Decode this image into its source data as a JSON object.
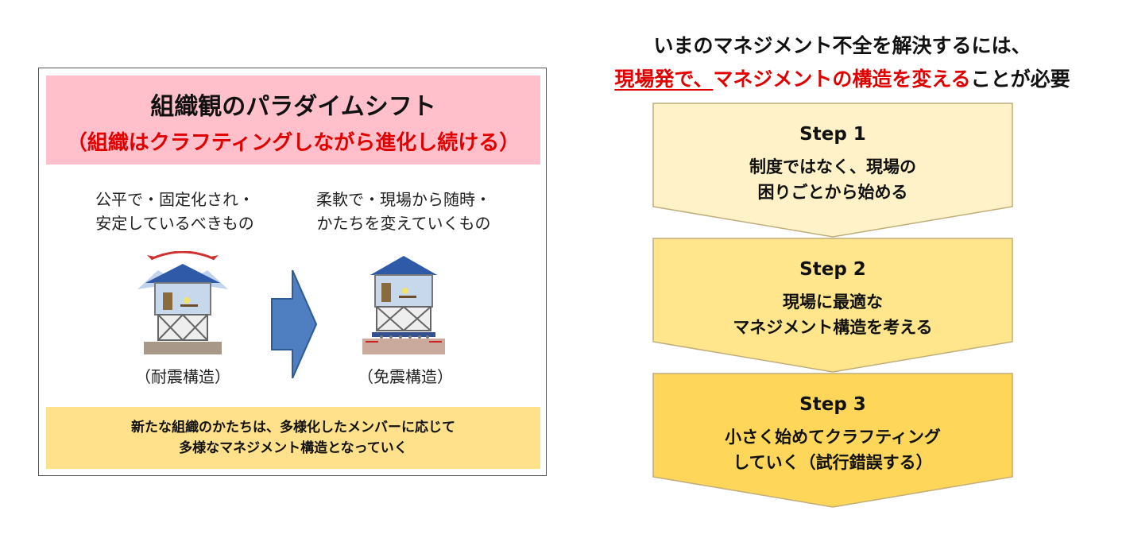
{
  "left_panel": {
    "title": "組織観のパラダイムシフト",
    "subtitle": "（組織はクラフティングしながら進化し続ける）",
    "before": {
      "line1": "公平で・固定化され・",
      "line2": "安定しているべきもの",
      "caption": "（耐震構造）",
      "icon": "house-earthquake-resistant-icon"
    },
    "after": {
      "line1": "柔軟で・現場から随時・",
      "line2": "かたちを変えていくもの",
      "caption": "（免震構造）",
      "icon": "house-seismic-isolation-icon"
    },
    "transition_icon": "right-arrow-icon",
    "conclusion": {
      "line1": "新たな組織のかたちは、多様化したメンバーに応じて",
      "line2": "多様なマネジメント構造となっていく"
    }
  },
  "headline": {
    "line1": "いまのマネジメント不全を解決するには、",
    "line2_highlight_a": "現場発で、",
    "line2_highlight_b": "マネジメントの構造を変える",
    "line2_rest": "ことが必要"
  },
  "steps": [
    {
      "title": "Step 1",
      "line1": "制度ではなく、現場の",
      "line2": "困りごとから始める",
      "color": "#fff2c8"
    },
    {
      "title": "Step 2",
      "line1": "現場に最適な",
      "line2": "マネジメント構造を考える",
      "color": "#ffe68c"
    },
    {
      "title": "Step 3",
      "line1": "小さく始めてクラフティング",
      "line2": "していく（試行錯誤する）",
      "color": "#fdd65a"
    }
  ],
  "colors": {
    "accent_red": "#e00000",
    "pink": "#ffc0cb",
    "band_yellow": "#fee18a",
    "arrow_blue": "#4f7fc0"
  }
}
